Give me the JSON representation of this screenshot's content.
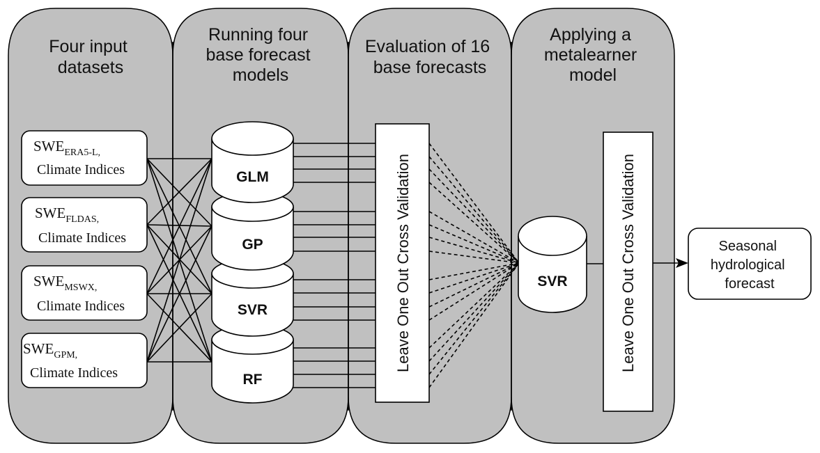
{
  "stages": [
    {
      "title_lines": [
        "Four input",
        "datasets"
      ]
    },
    {
      "title_lines": [
        "Running four",
        "base forecast",
        "models"
      ]
    },
    {
      "title_lines": [
        "Evaluation of 16",
        "base forecasts"
      ]
    },
    {
      "title_lines": [
        "Applying a",
        "metalearner",
        "model"
      ]
    }
  ],
  "datasets": [
    {
      "base": "SWE",
      "subscript": "ERA5-L,",
      "line2": "Climate Indices"
    },
    {
      "base": "SWE",
      "subscript": "FLDAS,",
      "line2": "Climate Indices"
    },
    {
      "base": "SWE",
      "subscript": "MSWX,",
      "line2": "Climate Indices"
    },
    {
      "base": "SWE",
      "subscript": "GPM,",
      "line2": "Climate Indices"
    }
  ],
  "base_models": [
    "GLM",
    "GP",
    "SVR",
    "RF"
  ],
  "evaluation_box": {
    "label": "Leave One Out Cross Validation"
  },
  "metalearner": {
    "model": "SVR",
    "validation_label": "Leave One Out Cross Validation"
  },
  "output": {
    "lines": [
      "Seasonal",
      "hydrological",
      "forecast"
    ]
  },
  "base_forecast_count": 16,
  "colors": {
    "panel_fill": "#c0c0c0",
    "box_fill": "#ffffff",
    "stroke": "#000000"
  }
}
